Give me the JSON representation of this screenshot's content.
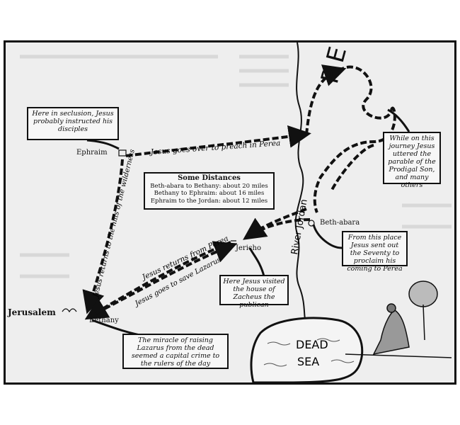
{
  "map": {
    "places": {
      "ephraim": "Ephraim",
      "jerusalem": "Jerusalem",
      "bethany": "Bethany",
      "jericho": "Jericho",
      "beth_abara": "Beth-abara",
      "perea": "PEREA",
      "river": "River Jordan",
      "dead_sea_1": "DEAD",
      "dead_sea_2": "SEA"
    },
    "routes": {
      "to_perea": "Jesus goes over to preach in Perea",
      "to_hills": "Jesus returns to the hills of the wilderness",
      "returns_from_perea": "Jesus returns from Perea",
      "to_lazarus": "Jesus goes to save Lazarus"
    },
    "notes": {
      "seclusion": "Here in seclusion, Jesus probably instructed his disciples",
      "parable": "While on this journey Jesus uttered the parable of the Prodigal Son, and many others",
      "seventy": "From this place Jesus sent out the Seventy to proclaim his coming to Perea",
      "zacheus": "Here Jesus visited the house of Zacheus the publican",
      "lazarus": "The miracle of raising Lazarus from the dead seemed a capital crime to the rulers of the day"
    },
    "distances": {
      "title": "Some Distances",
      "rows": [
        "Beth-abara to Bethany: about 20 miles",
        "Bethany to Ephraim: about 16 miles",
        "Ephraim to the Jordan: about 12 miles"
      ]
    }
  }
}
